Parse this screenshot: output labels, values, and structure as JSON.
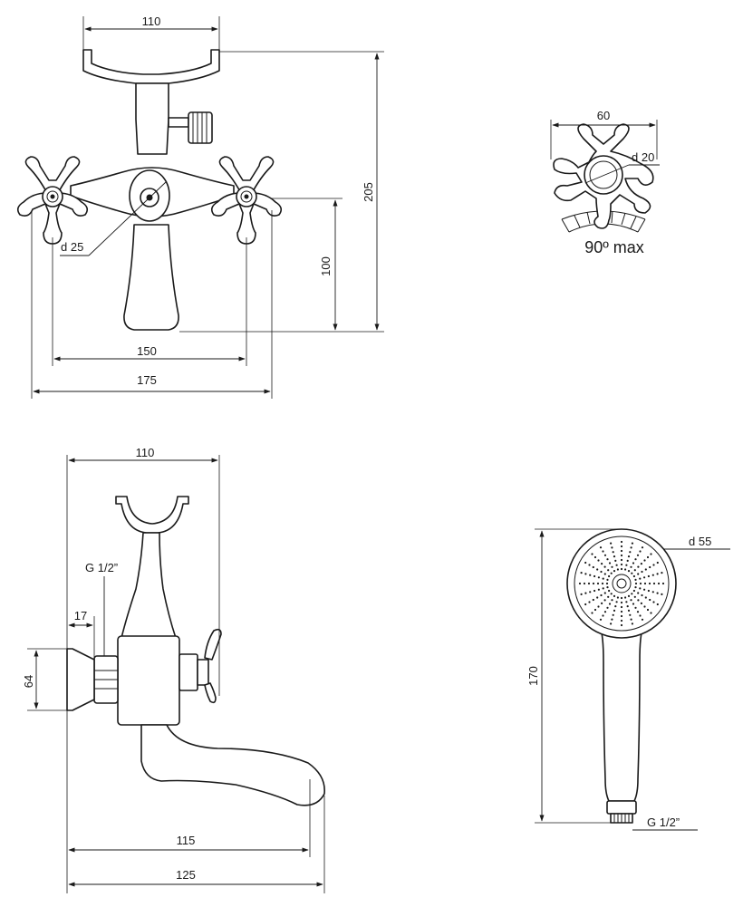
{
  "front_view": {
    "width_top": "110",
    "height_total": "205",
    "height_axis": "100",
    "handle_span": "150",
    "overall_width": "175",
    "knob_diameter": "d 25"
  },
  "handle_view": {
    "width": "60",
    "bore_diameter": "d 20",
    "rotation": "90º max"
  },
  "side_view": {
    "width_top": "110",
    "thread": "G 1/2”",
    "offset": "17",
    "flange_height": "64",
    "spout_reach": "115",
    "overall_length": "125"
  },
  "shower_head": {
    "diameter": "d 55",
    "length": "170",
    "thread": "G 1/2”"
  }
}
